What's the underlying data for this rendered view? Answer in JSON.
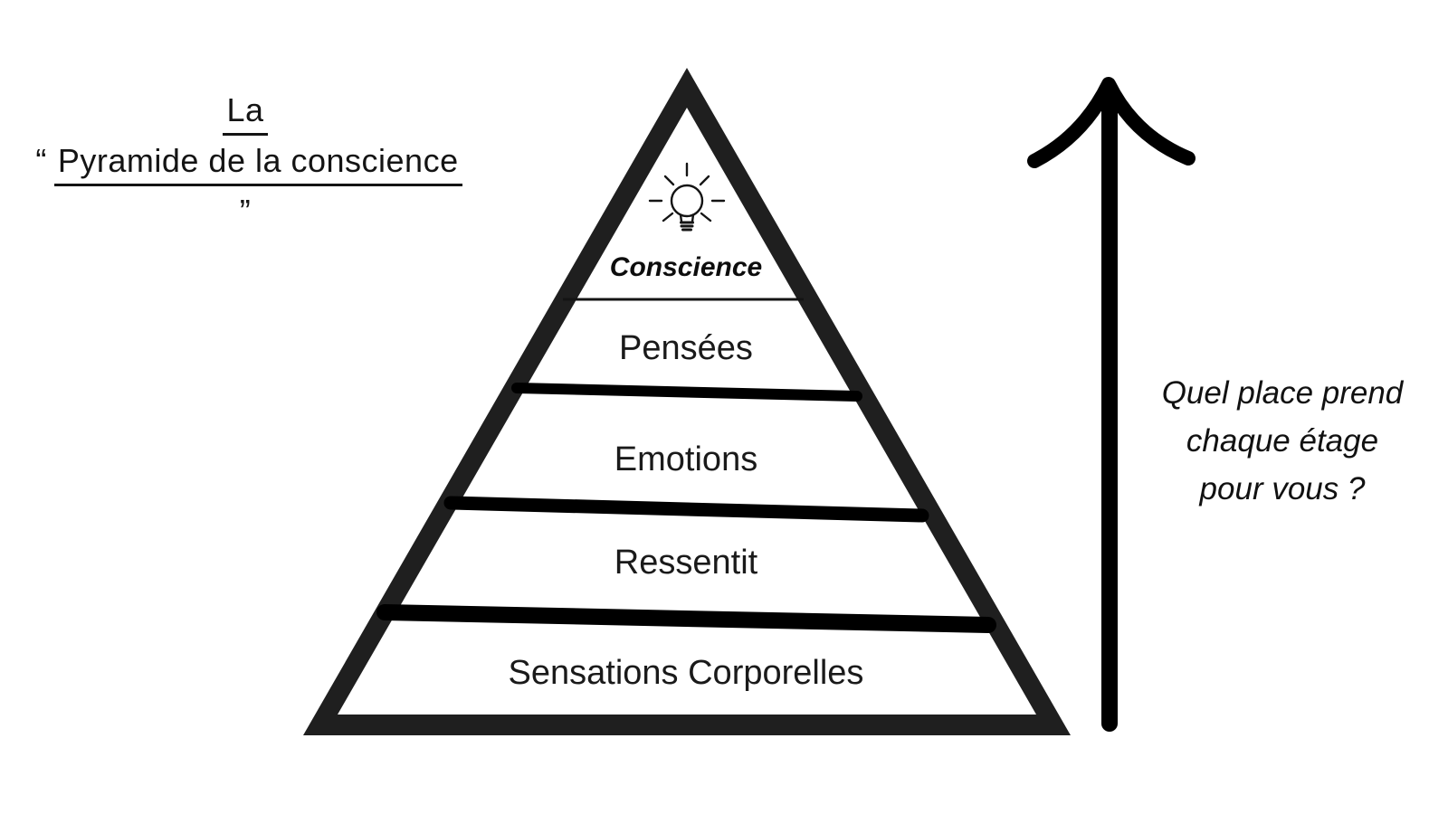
{
  "title": {
    "line1": "La",
    "open_quote": "“",
    "main": "Pyramide de la conscience",
    "close_quote": "”"
  },
  "pyramid": {
    "icon": "lightbulb",
    "levels": [
      {
        "label": "Conscience"
      },
      {
        "label": "Pensées"
      },
      {
        "label": "Emotions"
      },
      {
        "label": "Ressentit"
      },
      {
        "label": "Sensations Corporelles"
      }
    ]
  },
  "side_note": {
    "line1": "Quel place prend",
    "line2": "chaque étage",
    "line3": "pour vous ?"
  },
  "icons": {
    "top_of_pyramid": "lightbulb-icon",
    "right_of_pyramid": "up-arrow-icon"
  },
  "colors": {
    "background": "#ffffff",
    "pyramid_outline": "#1f1f1f",
    "divider": "#000000",
    "ink": "#141414"
  }
}
